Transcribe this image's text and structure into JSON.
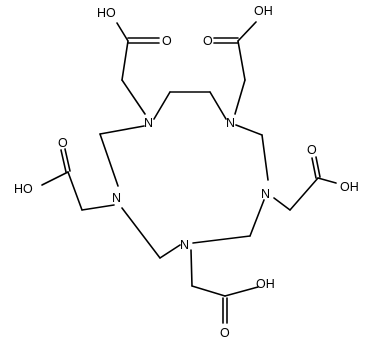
{
  "atoms": {
    "n_top_left": "N",
    "n_top_right": "N",
    "n_left": "N",
    "n_right": "N",
    "n_bottom": "N",
    "oh_1": "HO",
    "o_1": "O",
    "oh_2": "OH",
    "o_2": "O",
    "o_3": "O",
    "oh_3": "HO",
    "o_4": "O",
    "oh_4": "OH",
    "oh_5": "OH",
    "o_5": "O"
  },
  "colors": {
    "bond": "#000000",
    "background": "#ffffff"
  }
}
